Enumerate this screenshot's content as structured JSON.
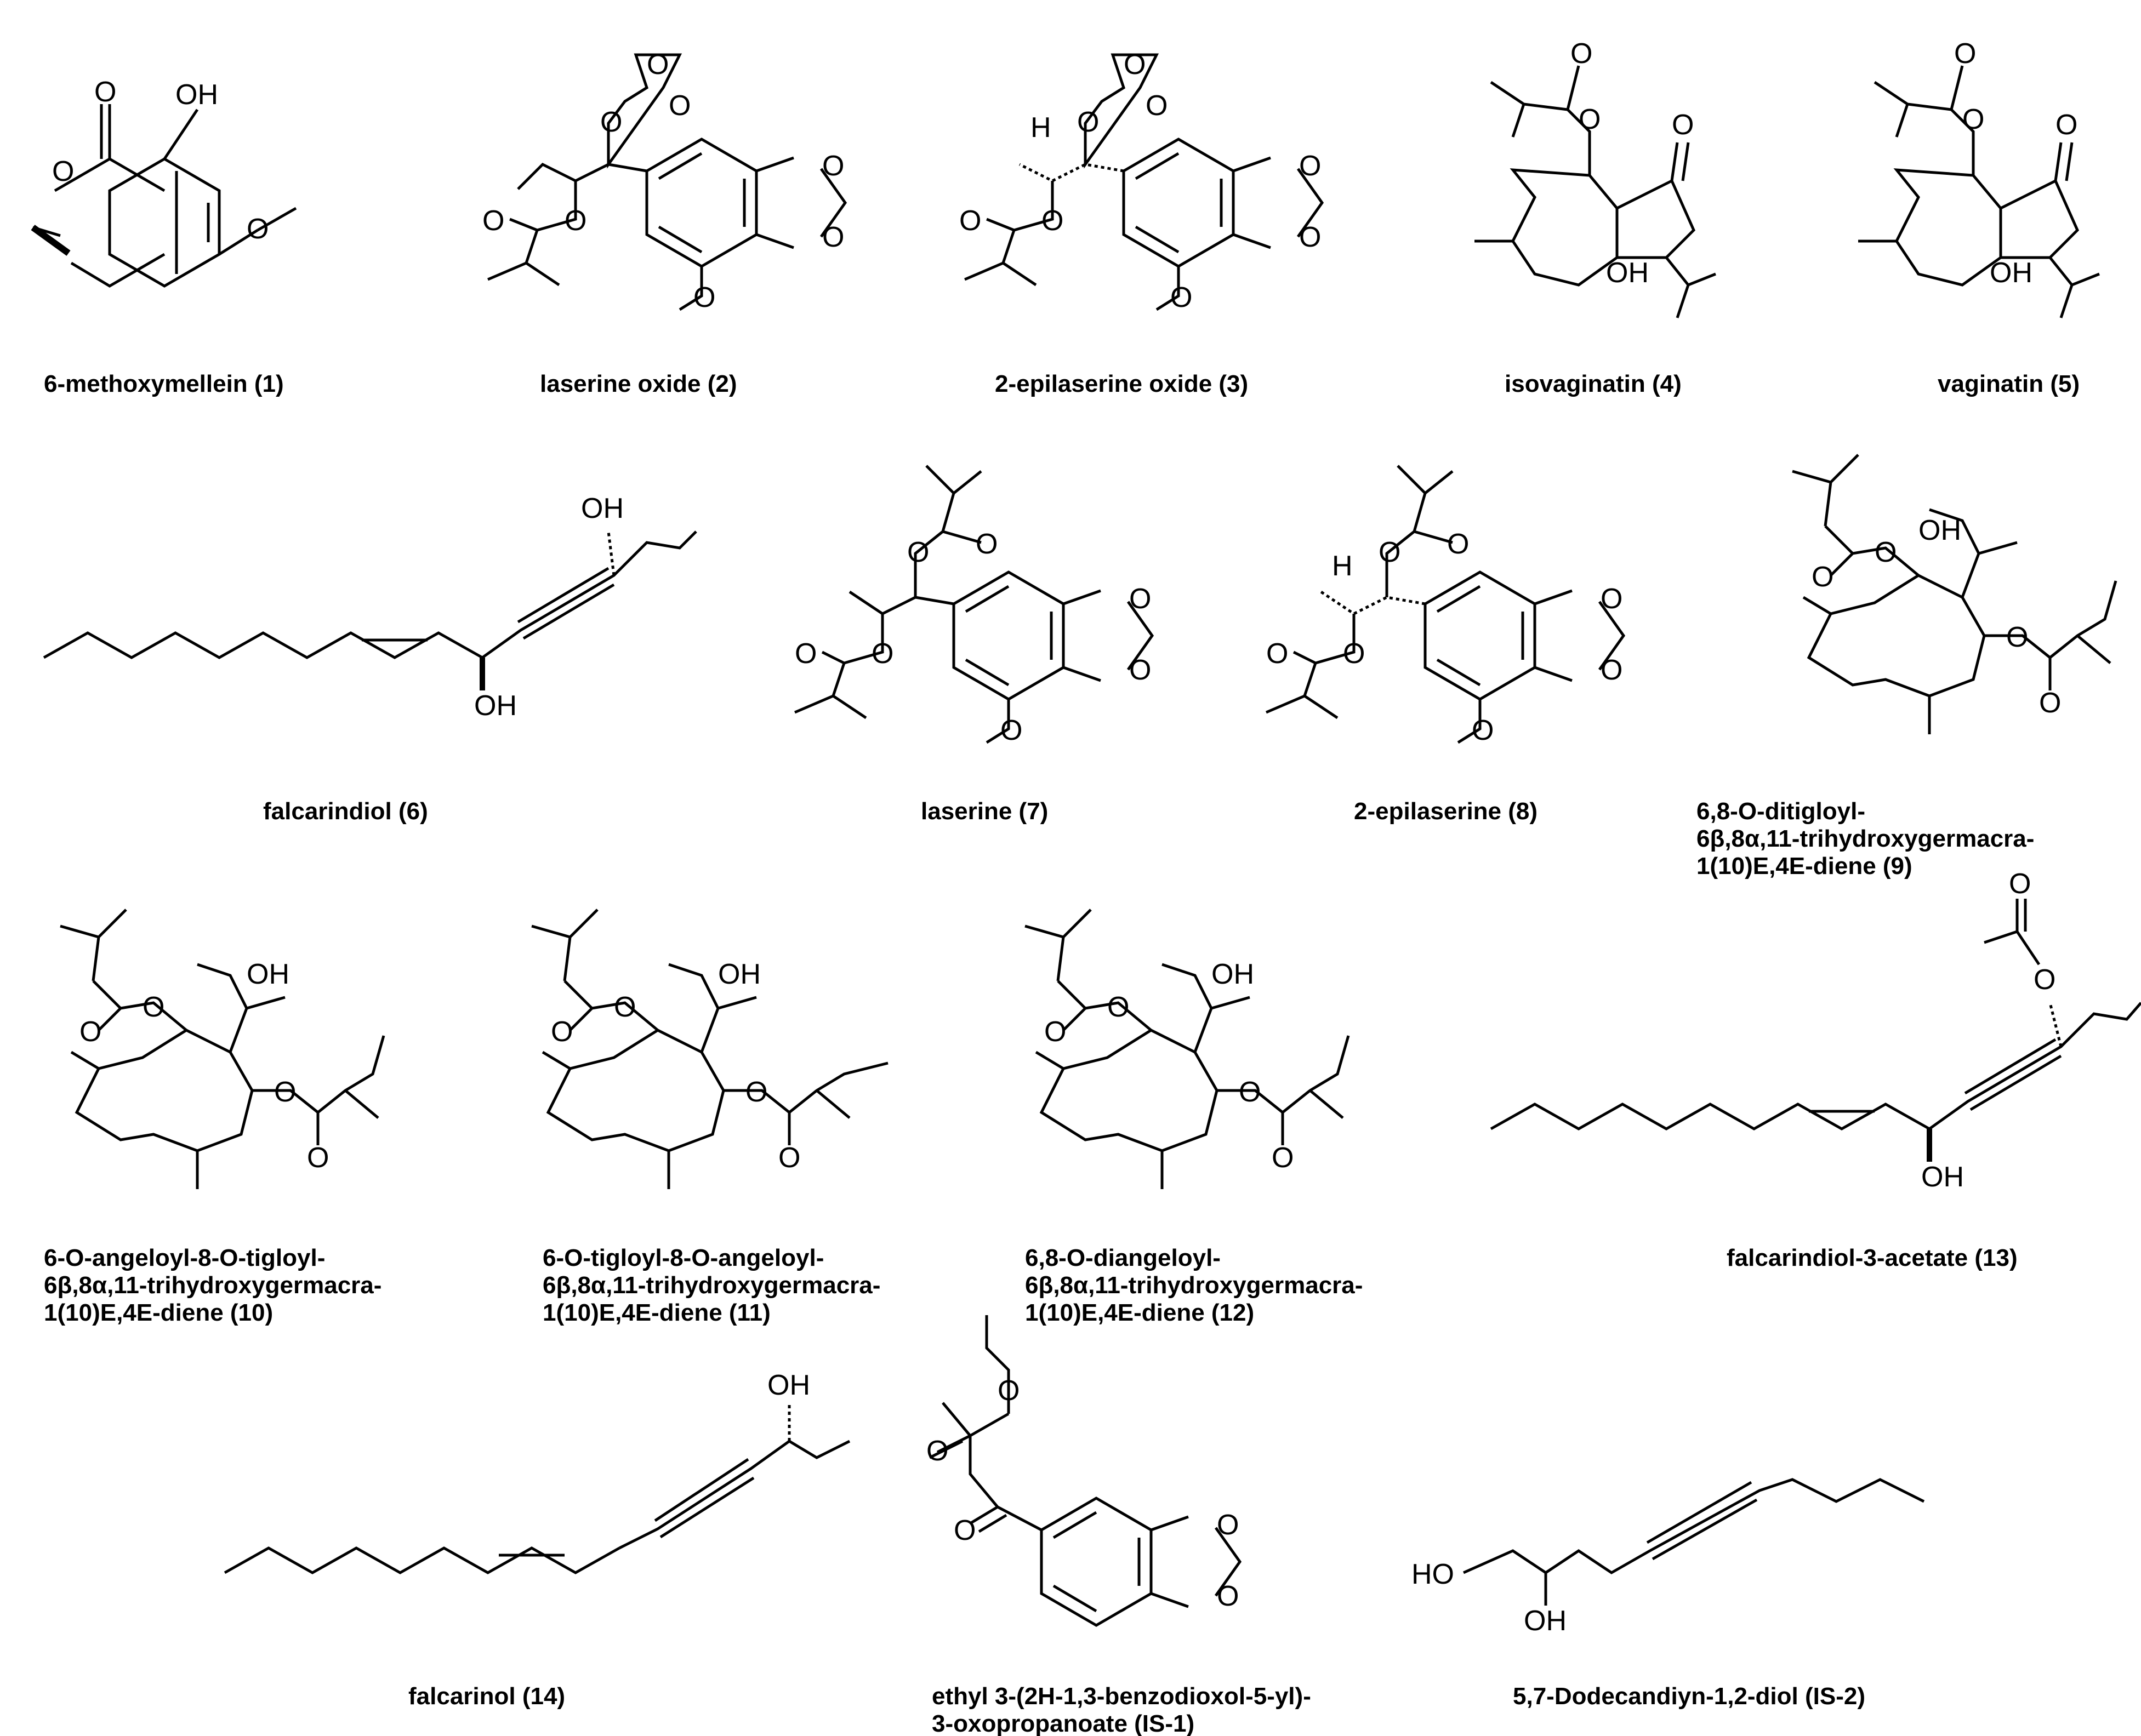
{
  "atoms": {
    "O": "O",
    "OH": "OH",
    "HO": "HO",
    "H": "H"
  },
  "captions": {
    "c1": [
      "6-methoxymellein (1)"
    ],
    "c2": [
      "laserine oxide (2)"
    ],
    "c3": [
      "2-epilaserine oxide (3)"
    ],
    "c4": [
      "isovaginatin (4)"
    ],
    "c5": [
      "vaginatin (5)"
    ],
    "c6": [
      "falcarindiol (6)"
    ],
    "c7": [
      "laserine (7)"
    ],
    "c8": [
      "2-epilaserine (8)"
    ],
    "c9": [
      "6,8-O-ditigloyl-",
      "6β,8α,11-trihydroxygermacra-",
      "1(10)E,4E-diene (9)"
    ],
    "c10": [
      "6-O-angeloyl-8-O-tigloyl-",
      "6β,8α,11-trihydroxygermacra-",
      "1(10)E,4E-diene (10)"
    ],
    "c11": [
      "6-O-tigloyl-8-O-angeloyl-",
      "6β,8α,11-trihydroxygermacra-",
      "1(10)E,4E-diene (11)"
    ],
    "c12": [
      "6,8-O-diangeloyl-",
      "6β,8α,11-trihydroxygermacra-",
      "1(10)E,4E-diene (12)"
    ],
    "c13": [
      "falcarindiol-3-acetate (13)"
    ],
    "c14": [
      "falcarinol (14)"
    ],
    "c15": [
      "ethyl 3-(2H-1,3-benzodioxol-5-yl)-",
      "3-oxopropanoate (IS-1)"
    ],
    "c16": [
      "5,7-Dodecandiyn-1,2-diol (IS-2)"
    ]
  }
}
